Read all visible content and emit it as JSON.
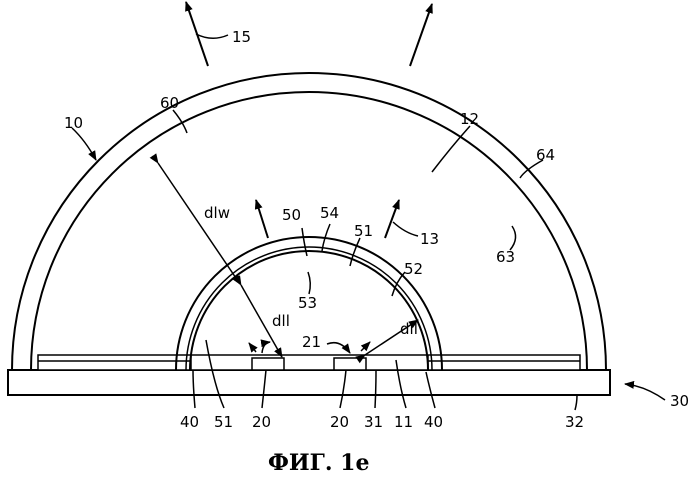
{
  "figure": {
    "caption": "ФИГ. 1е",
    "labels": {
      "l15": "15",
      "l10": "10",
      "l60": "60",
      "l12": "12",
      "l64": "64",
      "l63": "63",
      "l13": "13",
      "dlw": "dlw",
      "l50": "50",
      "l54": "54",
      "l51_top": "51",
      "l52": "52",
      "l53": "53",
      "dll_left": "dll",
      "dll_right": "dll",
      "l21": "21",
      "l30": "30",
      "l32": "32",
      "b40a": "40",
      "b51": "51",
      "b20a": "20",
      "b20b": "20",
      "b31": "31",
      "b11": "11",
      "b40b": "40"
    }
  }
}
